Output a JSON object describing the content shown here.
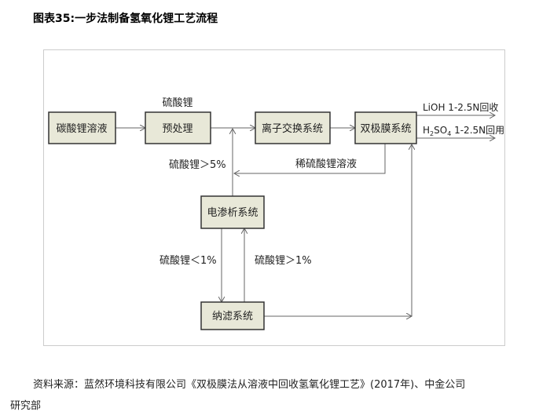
{
  "title": "图表35:一步法制备氢氧化锂工艺流程",
  "diagram": {
    "nodes": {
      "n1": "碳酸锂溶液",
      "n2": "预处理",
      "n3": "离子交换系统",
      "n4": "双极膜系统",
      "n5": "电渗析系统",
      "n6": "纳滤系统"
    },
    "labels": {
      "pre": "硫酸锂",
      "gt5": "硫酸锂＞5%",
      "dilute": "稀硫酸锂溶液",
      "lt1": "硫酸锂＜1%",
      "gt1": "硫酸锂＞1%",
      "lioh": "LiOH  1-2.5N回收",
      "h2so4_a": "H",
      "h2so4_b": "2",
      "h2so4_c": "SO",
      "h2so4_d": "4",
      "h2so4_e": " 1-2.5N回用"
    }
  },
  "source": "资料来源：蓝然环境科技有限公司《双极膜法从溶液中回收氢氧化锂工艺》(2017年)、中金公司",
  "source_cont": "研究部"
}
